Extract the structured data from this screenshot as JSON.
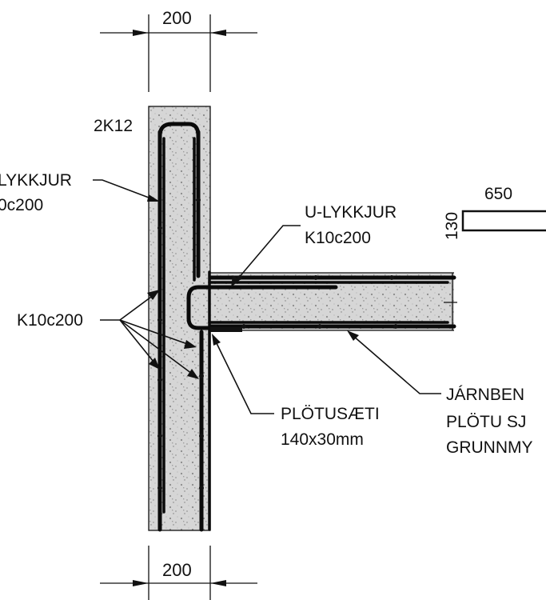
{
  "dimensions": {
    "top_width": "200",
    "bottom_width": "200",
    "seat_length": "650",
    "seat_height": "130"
  },
  "labels": {
    "top_bars": "2K12",
    "wall_loops_line1": "LYKKJUR",
    "wall_loops_line2": "0c200",
    "u_loops_line1": "U-LYKKJUR",
    "u_loops_line2": "K10c200",
    "wall_bars": "K10c200",
    "seat_line1": "PLÖTUSÆTI",
    "seat_line2": "140x30mm",
    "rebar_line1": "JÁRNBEN",
    "rebar_line2": "PLÖTU SJ",
    "rebar_line3": "GRUNNMY"
  },
  "colors": {
    "concrete": "#d9d9d9",
    "ink": "#111111",
    "paper": "#ffffff"
  }
}
